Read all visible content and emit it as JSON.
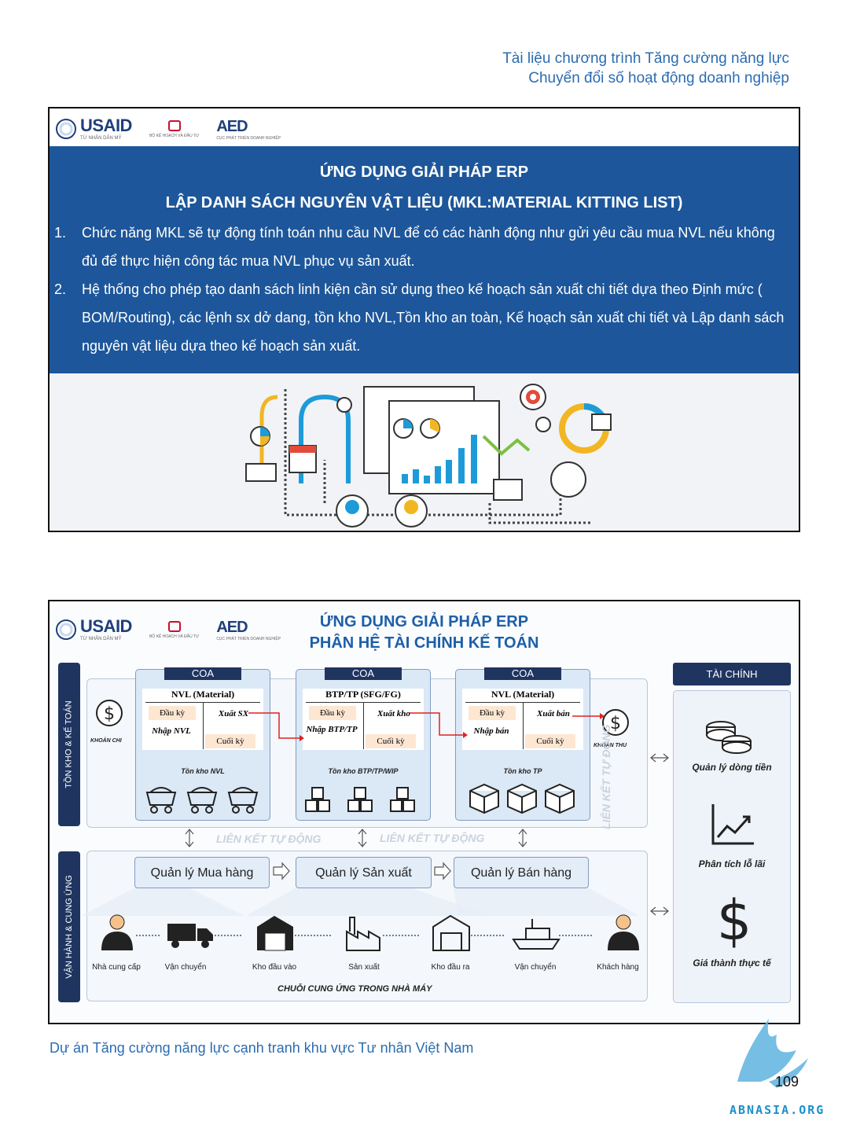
{
  "header": {
    "line1": "Tài liệu chương trình Tăng cường năng lực",
    "line2": "Chuyển đổi số hoạt động doanh nghiệp"
  },
  "logos": {
    "usaid": "USAID",
    "usaid_sub": "TỪ NHÂN DÂN MỸ",
    "mpi_sub": "BỘ KẾ HOẠCH VÀ ĐẦU TƯ",
    "aed": "AED",
    "aed_sub": "CỤC PHÁT TRIỂN DOANH NGHIỆP"
  },
  "slide1": {
    "title1": "ỨNG DỤNG GIẢI PHÁP ERP",
    "title2": "LẬP DANH SÁCH NGUYÊN VẬT LIỆU (MKL:MATERIAL KITTING LIST)",
    "items": [
      {
        "num": "1.",
        "text": "Chức năng MKL sẽ tự động tính toán nhu cầu NVL để có các hành động như gửi yêu cầu mua NVL nếu không đủ để thực hiện công tác mua NVL phục vụ sản xuất."
      },
      {
        "num": "2.",
        "text": "Hệ thống cho phép tạo danh sách linh kiện cần sử dụng theo kế hoạch sản xuất chi tiết dựa theo Định mức ( BOM/Routing), các lệnh sx dở dang, tồn kho NVL,Tồn kho an toàn, Kế hoạch sản xuất chi tiết và Lập danh sách nguyên vật liệu dựa theo kế hoạch sản xuất."
      }
    ]
  },
  "slide2": {
    "title1": "ỨNG DỤNG GIẢI PHÁP ERP",
    "title2": "PHÂN HỆ TÀI CHÍNH KẾ TOÁN",
    "left_tab_top": "TỒN KHO & KẾ TOÁN",
    "left_tab_bottom": "VẬN HÀNH & CUNG ỨNG",
    "coa": [
      {
        "tag": "COA",
        "header": "NVL (Material)",
        "tl": "Đầu kỳ",
        "tr": "Xuất SX",
        "bl": "Nhập NVL",
        "br": "Cuối kỳ",
        "stock": "Tồn kho NVL"
      },
      {
        "tag": "COA",
        "header": "BTP/TP (SFG/FG)",
        "tl": "Đầu kỳ",
        "tr": "Xuất kho",
        "bl": "Nhập BTP/TP",
        "br": "Cuối kỳ",
        "stock": "Tồn kho BTP/TP/WIP"
      },
      {
        "tag": "COA",
        "header": "NVL (Material)",
        "tl": "Đầu kỳ",
        "tr": "Xuất bán",
        "bl": "Nhập bán",
        "br": "Cuối kỳ",
        "stock": "Tồn kho TP"
      }
    ],
    "khoan_chi": "KHOẢN CHI",
    "khoan_thu": "KHOẢN THU",
    "link1": "LIÊN KẾT TỰ ĐỘNG",
    "link2": "LIÊN KẾT TỰ ĐỘNG",
    "link_v": "LIÊN KẾT TỰ ĐỘNG",
    "mgmt": [
      "Quản lý Mua hàng",
      "Quản lý Sản xuất",
      "Quản lý Bán hàng"
    ],
    "chain": [
      "Nhà cung cấp",
      "Vận chuyển",
      "Kho đầu vào",
      "Sản xuất",
      "Kho đầu ra",
      "Vận chuyển",
      "Khách hàng"
    ],
    "chain_title": "CHUỖI CUNG ỨNG TRONG NHÀ MÁY",
    "finance_title": "TÀI CHÍNH",
    "finance": [
      "Quản lý dòng tiền",
      "Phân tích lỗ lãi",
      "Giá thành thực tế"
    ]
  },
  "footer": {
    "text": "Dự án Tăng cường năng lực cạnh tranh khu vực Tư nhân Việt Nam",
    "page": "109",
    "watermark": "ABNASIA.ORG"
  }
}
